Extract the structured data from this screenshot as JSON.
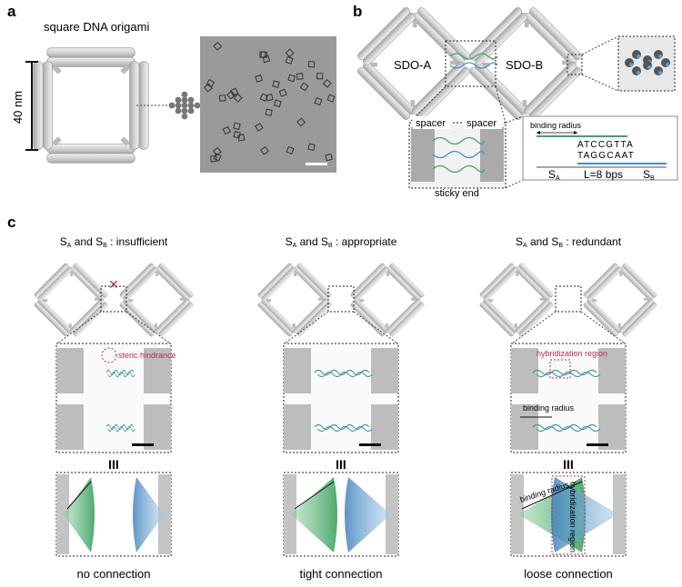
{
  "panel_a": {
    "letter": "a",
    "title": "square DNA origami",
    "dimension": "40 nm"
  },
  "panel_b": {
    "letter": "b",
    "origami_a": "SDO-A",
    "origami_b": "SDO-B",
    "spacer_left": "spacer",
    "spacer_right": "spacer",
    "sticky_end": "sticky end",
    "binding_radius": "binding radius",
    "seq_top": "ATCCGTTA",
    "seq_bottom": "TAGGCAAT",
    "s_a": "S",
    "s_a_sub": "A",
    "length": "L=8 bps",
    "s_b": "S",
    "s_b_sub": "B"
  },
  "panel_c": {
    "letter": "c",
    "columns": [
      {
        "title_pre": "S",
        "sub_a": "A",
        "mid": " and S",
        "sub_b": "B",
        "title_post": " : insufficient",
        "annotation": "steric hindrance",
        "equiv": "III",
        "caption": "no connection"
      },
      {
        "title_pre": "S",
        "sub_a": "A",
        "mid": " and S",
        "sub_b": "B",
        "title_post": " : appropriate",
        "equiv": "III",
        "caption": "tight connection"
      },
      {
        "title_pre": "S",
        "sub_a": "A",
        "mid": " and S",
        "sub_b": "B",
        "title_post": " : redundant",
        "annotation": "hybridization region",
        "annotation2": "binding radius",
        "equiv": "III",
        "caption": "loose connection",
        "cone_label": "binding radius",
        "region_label": "hybridization region"
      }
    ]
  },
  "colors": {
    "green": "#3aa860",
    "blue": "#4a8fc8",
    "grey": "#c8c8c8",
    "red": "#c0304a"
  }
}
